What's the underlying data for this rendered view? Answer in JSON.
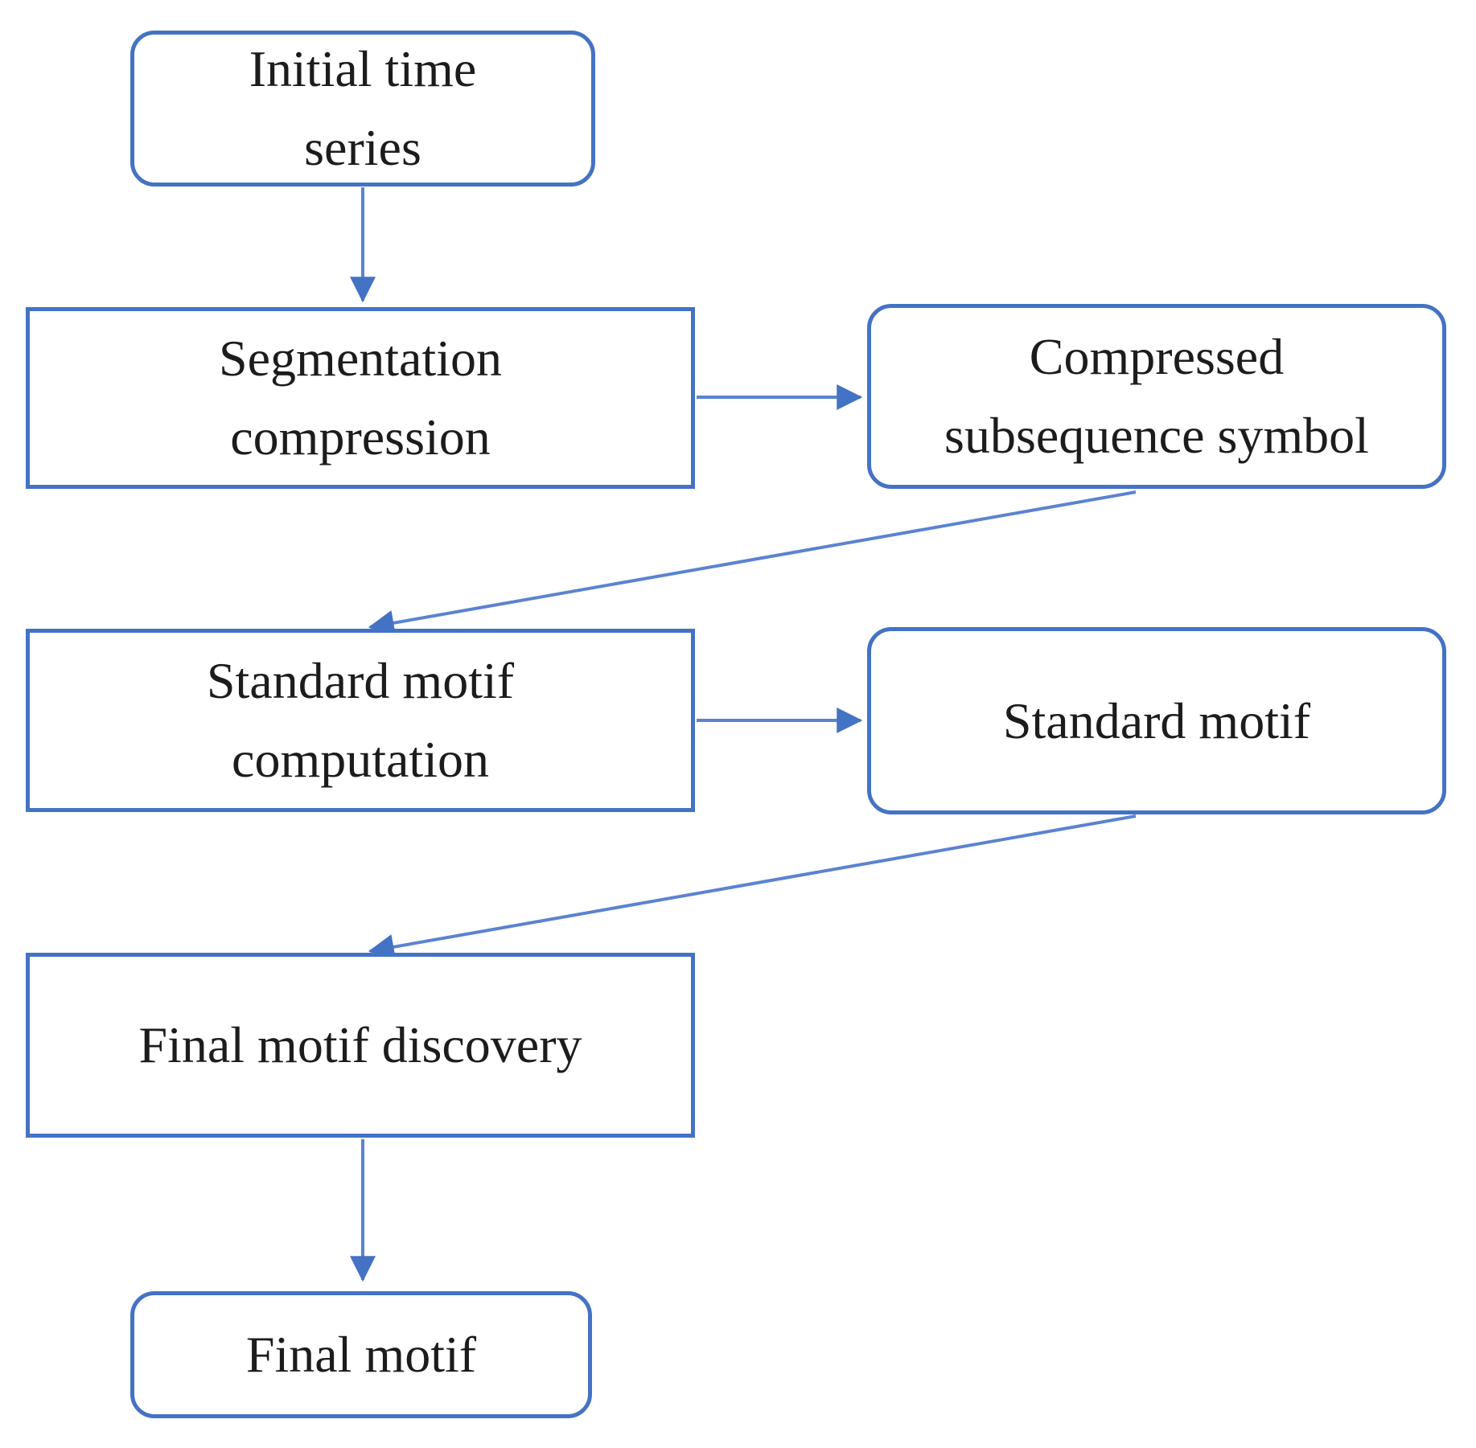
{
  "diagram": {
    "type": "flowchart",
    "nodes": [
      {
        "id": "initial-time-series",
        "shape": "rounded",
        "lines": [
          "Initial time",
          "series"
        ]
      },
      {
        "id": "segmentation-compression",
        "shape": "rectangle",
        "lines": [
          "Segmentation",
          "compression"
        ]
      },
      {
        "id": "compressed-subsequence-symbol",
        "shape": "rounded",
        "lines": [
          "Compressed",
          "subsequence symbol"
        ]
      },
      {
        "id": "standard-motif-computation",
        "shape": "rectangle",
        "lines": [
          "Standard motif",
          "computation"
        ]
      },
      {
        "id": "standard-motif",
        "shape": "rounded",
        "lines": [
          "Standard motif"
        ]
      },
      {
        "id": "final-motif-discovery",
        "shape": "rectangle",
        "lines": [
          "Final motif discovery"
        ]
      },
      {
        "id": "final-motif",
        "shape": "rounded",
        "lines": [
          "Final motif"
        ]
      }
    ],
    "edges": [
      {
        "from": "initial-time-series",
        "to": "segmentation-compression"
      },
      {
        "from": "segmentation-compression",
        "to": "compressed-subsequence-symbol"
      },
      {
        "from": "compressed-subsequence-symbol",
        "to": "standard-motif-computation"
      },
      {
        "from": "standard-motif-computation",
        "to": "standard-motif"
      },
      {
        "from": "standard-motif",
        "to": "final-motif-discovery"
      },
      {
        "from": "final-motif-discovery",
        "to": "final-motif"
      }
    ]
  },
  "colors": {
    "box_border": "#4472c4",
    "connector": "#5b83d0",
    "arrowhead": "#4472c4",
    "text": "#1c1c1c",
    "background": "#ffffff"
  }
}
